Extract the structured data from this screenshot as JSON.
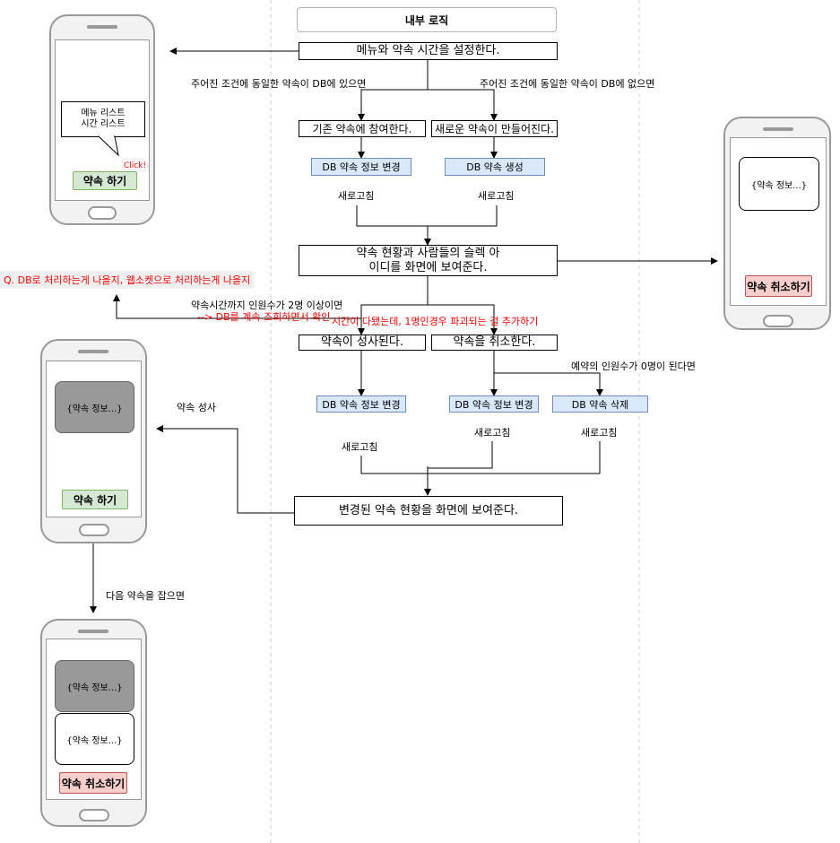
{
  "title": "내부 로직",
  "steps": {
    "set_menu": "메뉴와 약속 시간을 설정한다.",
    "join_existing": "기존 약속에 참여한다.",
    "create_new": "새로운 약속이 만들어진다.",
    "show_status": "약속 현황과 사람들의 슬렉 아이디를 화면에 보여준다.",
    "success": "약속이 성사된다.",
    "cancel": "약속을 취소한다.",
    "show_changed": "변경된 약속 현황을 화면에 보여준다."
  },
  "db": {
    "update1": "DB 약속 정보 변경",
    "create": "DB 약속 생성",
    "update2": "DB 약속 정보 변경",
    "update3": "DB 약속 정보 변경",
    "delete": "DB 약속 삭제"
  },
  "labels": {
    "if_exists": "주어진 조건에 동일한 약속이 DB에 있으면",
    "if_not_exists": "주어진 조건에 동일한 약속이 DB에 없으면",
    "refresh": "새로고침",
    "threshold": "약속시간까지 인원수가 2명 이상이면",
    "threshold_red": "--> DB를 계속 조회하면서 확인",
    "timeout_red": "시간이 다됐는데, 1명인경우 파괴되는 걸 추가하기",
    "zero_people": "예약의 인원수가 0명이 된다면",
    "success_arrow": "약속 성사",
    "next_booking": "다음 약속을 잡으면",
    "question": "Q. DB로 처리하는게 나을지, 웹소켓으로 처리하는게 나을지"
  },
  "phones": {
    "p1": {
      "callout_line1": "메뉴 리스트",
      "callout_line2": "시간 리스트",
      "click": "Click!",
      "button": "약속 하기"
    },
    "p2": {
      "card": "{약속 정보...}",
      "button": "약속 취소하기"
    },
    "p3": {
      "card": "{약속 정보...}",
      "button": "약속 하기"
    },
    "p4": {
      "card_gray": "{약속 정보...}",
      "card": "{약속 정보...}",
      "button": "약속 취소하기"
    }
  }
}
